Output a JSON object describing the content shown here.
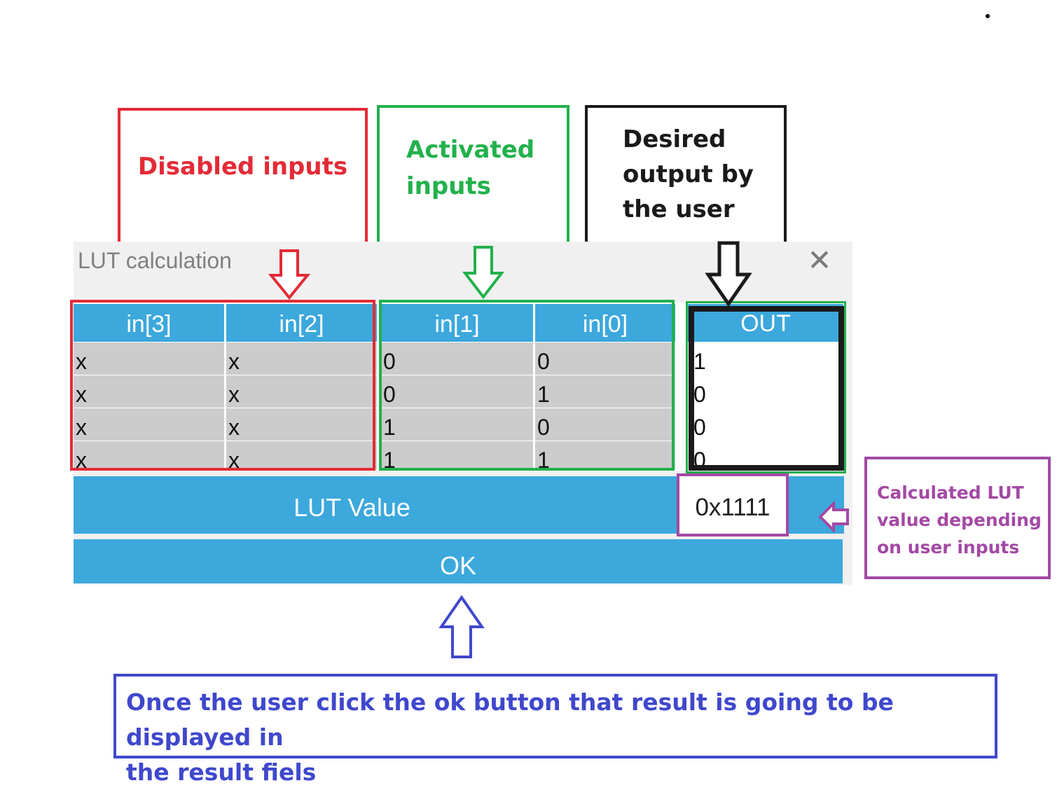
{
  "annotations": {
    "disabled": "Disabled inputs",
    "activated_line1": "Activated",
    "activated_line2": "inputs",
    "desired_line1": "Desired",
    "desired_line2": "output by",
    "desired_line3": "the user",
    "calculated_line1": "Calculated LUT",
    "calculated_line2": "value depending",
    "calculated_line3": "on user inputs",
    "bottom_line1": "Once the user click the ok button  that result is going to be displayed in",
    "bottom_line2": "the result fiels"
  },
  "dialog": {
    "title": "LUT calculation",
    "close_icon": "close-icon",
    "headers": [
      "in[3]",
      "in[2]",
      "in[1]",
      "in[0]",
      "OUT"
    ],
    "rows": [
      [
        "x",
        "x",
        "0",
        "0",
        "1"
      ],
      [
        "x",
        "x",
        "0",
        "1",
        "0"
      ],
      [
        "x",
        "x",
        "1",
        "0",
        "0"
      ],
      [
        "x",
        "x",
        "1",
        "1",
        "0"
      ]
    ],
    "lut_label": "LUT Value",
    "lut_value": "0x1111",
    "ok_label": "OK"
  },
  "colors": {
    "header_blue": "#3ca8dc",
    "disabled_red": "#e32b36",
    "activated_green": "#22b14c",
    "output_black": "#1a1a1a",
    "calculated_purple": "#a349a4",
    "note_blue": "#3f48cc"
  }
}
